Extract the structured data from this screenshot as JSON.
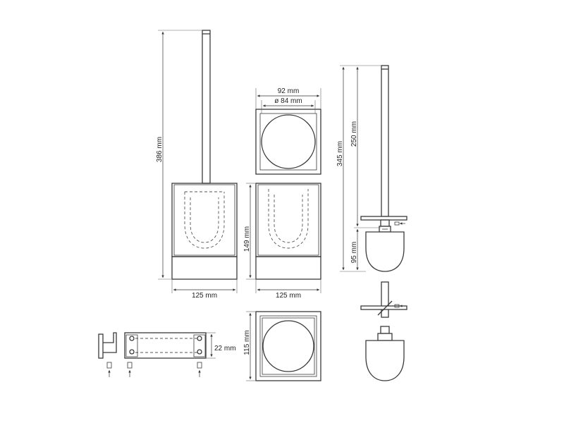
{
  "dimensions": {
    "total_height": "386 mm",
    "width_front": "125 mm",
    "width_side": "125 mm",
    "top_outer": "92 mm",
    "top_diameter": "ø 84 mm",
    "container_height": "149 mm",
    "brush_total": "345 mm",
    "handle_length": "250 mm",
    "head_height": "95 mm",
    "plan_size": "115 mm",
    "bracket_depth": "22 mm"
  },
  "colors": {
    "line": "#3a3a3a",
    "background": "#ffffff"
  }
}
